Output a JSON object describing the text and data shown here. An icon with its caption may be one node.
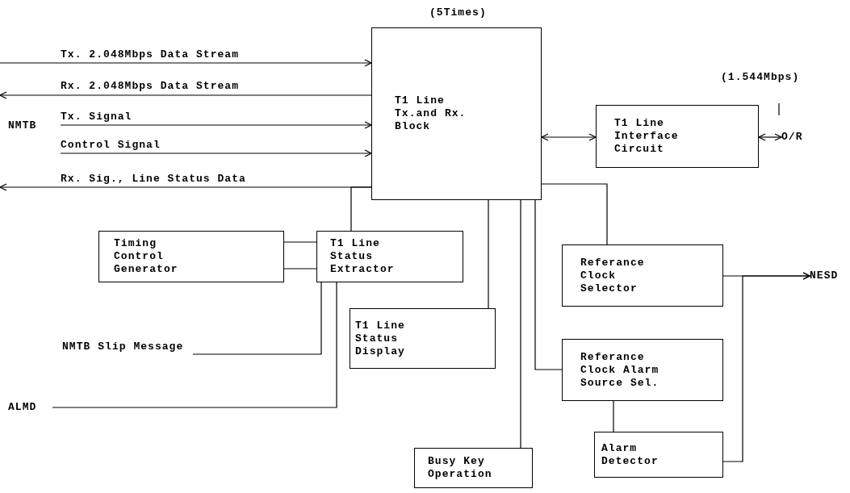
{
  "diagram": {
    "nodes": [
      {
        "text": [
          "T1 Line Tx.and Rx. Block"
        ],
        "beside": [
          "(5Times)"
        ]
      },
      {
        "text": [
          "T1 Line Interface Circuit"
        ]
      },
      {
        "text": [
          "O/R"
        ]
      },
      {
        "text": [
          "Timing Control Generator"
        ]
      },
      {
        "text": [
          "T1 Line Status Extractor"
        ]
      },
      {
        "text": [
          "T1 Line Status Display"
        ]
      },
      {
        "text": [
          "Referance Clock Selector"
        ]
      },
      {
        "text": [
          "Referance Clock Alarm Source Sel."
        ]
      },
      {
        "text": [
          "Alarm Detector"
        ]
      },
      {
        "text": [
          "Busy Key Operation"
        ]
      },
      {
        "text": [
          "NESD"
        ]
      },
      {
        "text": [
          "NMTB Slip Message"
        ]
      },
      {
        "text": [
          "ALMD"
        ]
      }
    ],
    "edges": [
      {
        "from": null,
        "to": 0,
        "arrow": "to",
        "label": "Tx. 2.048Mbps Data Stream"
      },
      {
        "from": 0,
        "to": null,
        "arrow": "to",
        "label": "Rx. 2.048Mbps Data Stream"
      },
      {
        "from": null,
        "to": 0,
        "arrow": "to",
        "label": "Tx. Signal"
      },
      {
        "from": null,
        "to": 0,
        "arrow": "to",
        "label": "Control Signal"
      },
      {
        "from": 0,
        "to": null,
        "arrow": "to",
        "label": "Rx. Sig., Line Status Data"
      },
      {
        "from": 0,
        "to": 1,
        "arrow": "both"
      },
      {
        "from": 1,
        "to": 2,
        "arrow": "both"
      },
      {
        "from": 0,
        "to": 4,
        "arrow": "none"
      },
      {
        "from": 0,
        "to": 5,
        "arrow": "none"
      },
      {
        "from": 0,
        "to": 9,
        "arrow": "none"
      },
      {
        "from": 0,
        "to": 7,
        "arrow": "none"
      },
      {
        "from": 0,
        "to": 6,
        "arrow": "none"
      },
      {
        "from": 3,
        "to": 4,
        "arrow": "none"
      },
      {
        "from": 3,
        "to": 4,
        "arrow": "none"
      },
      {
        "from": 11,
        "to": 4,
        "arrow": "none"
      },
      {
        "from": 12,
        "to": 4,
        "arrow": "none"
      },
      {
        "from": 6,
        "to": 10,
        "arrow": "to"
      },
      {
        "from": 8,
        "to": 10,
        "arrow": "to"
      },
      {
        "from": 7,
        "to": 8,
        "arrow": "none"
      }
    ],
    "labels": [
      "NMTB",
      "(1.544Mbps)"
    ]
  }
}
